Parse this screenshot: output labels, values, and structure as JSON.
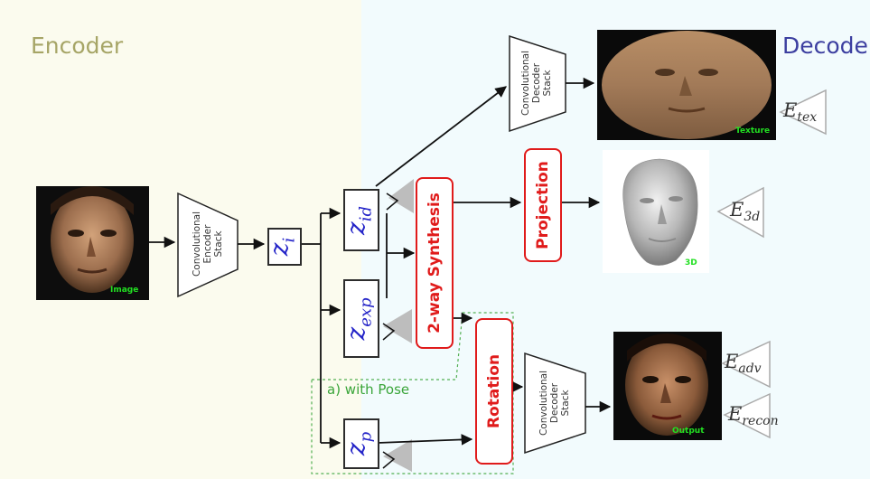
{
  "encoder_title": "Encoder",
  "decoder_title": "Decoder",
  "blocks": {
    "encoder_stack": "Convolutional\nEncoder\nStack",
    "decoder_stack_top": "Convolutional\nDecoder\nStack",
    "decoder_stack_bottom": "Convolutional\nDecoder\nStack"
  },
  "latents": {
    "z_i": {
      "base": "z",
      "sub": "i"
    },
    "z_id": {
      "base": "z",
      "sub": "id"
    },
    "z_exp": {
      "base": "z",
      "sub": "exp"
    },
    "z_p": {
      "base": "z",
      "sub": "p"
    }
  },
  "operations": {
    "synthesis": "2-way Synthesis",
    "projection": "Projection",
    "rotation": "Rotation"
  },
  "pose_group_label": "a) with Pose",
  "losses": {
    "tex": {
      "base": "E",
      "sub": "tex"
    },
    "3d": {
      "base": "E",
      "sub": "3d"
    },
    "adv": {
      "base": "E",
      "sub": "adv"
    },
    "recon": {
      "base": "E",
      "sub": "recon"
    }
  },
  "image_tags": {
    "input": "Image",
    "texture": "Texture",
    "shape": "3D",
    "output": "Output"
  },
  "colors": {
    "encoder_bg": "#fbfbee",
    "decoder_bg": "#f2fbfd",
    "latent_text": "#2424c8",
    "operation_red": "#e01b1b",
    "pose_group_green": "#3aa53a"
  }
}
